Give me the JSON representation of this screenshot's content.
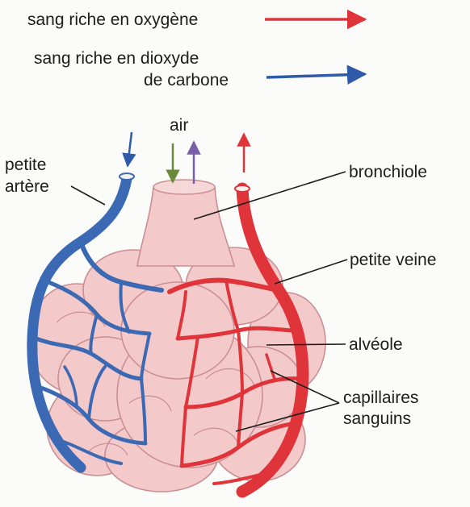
{
  "legend": {
    "oxygen_label": "sang riche en oxygène",
    "co2_label_line1": "sang riche en dioxyde",
    "co2_label_line2": "de carbone",
    "oxygen_color": "#e0343b",
    "co2_color": "#2f5aa8"
  },
  "labels": {
    "air": "air",
    "artery_line1": "petite",
    "artery_line2": "artère",
    "bronchiole": "bronchiole",
    "vein": "petite veine",
    "alveolus": "alvéole",
    "capillaries_line1": "capillaires",
    "capillaries_line2": "sanguins"
  },
  "colors": {
    "alveoli_fill": "#f4c9c9",
    "alveoli_outline": "#c98f94",
    "vein_red": "#e0343b",
    "artery_blue": "#3b69b4",
    "inhale_arrow": "#6a8a3a",
    "exhale_arrow": "#7a5fa8"
  }
}
